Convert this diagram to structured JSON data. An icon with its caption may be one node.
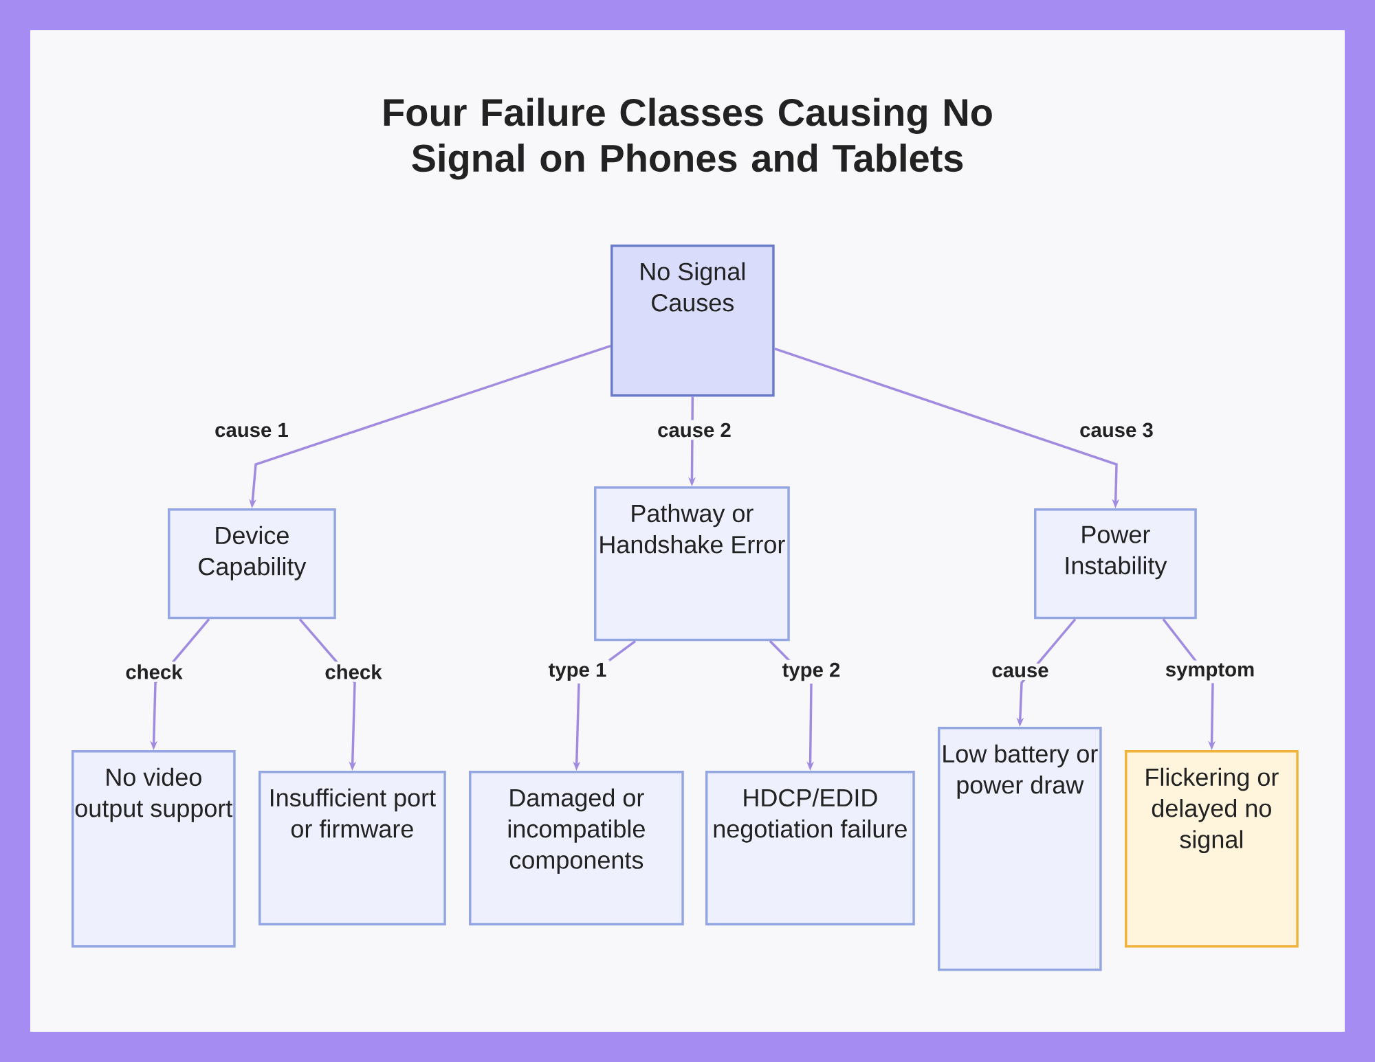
{
  "diagram": {
    "title": "Four Failure Classes Causing No Signal on Phones and Tablets",
    "nodes": [
      {
        "text": [
          "No Signal Causes"
        ]
      },
      {
        "text": [
          "Device Capability"
        ]
      },
      {
        "text": [
          "Pathway or Handshake Error"
        ]
      },
      {
        "text": [
          "Power Instability"
        ]
      },
      {
        "text": [
          "No video output support"
        ]
      },
      {
        "text": [
          "Insufficient port or firmware"
        ]
      },
      {
        "text": [
          "Damaged or incompatible components"
        ]
      },
      {
        "text": [
          "HDCP/EDID negotiation failure"
        ]
      },
      {
        "text": [
          "Low battery or power draw"
        ]
      },
      {
        "text": [
          "Flickering or delayed no signal"
        ]
      }
    ],
    "edges": [
      {
        "from": 0,
        "to": 1,
        "arrow": "to",
        "label": "cause 1"
      },
      {
        "from": 0,
        "to": 2,
        "arrow": "to",
        "label": "cause 2"
      },
      {
        "from": 0,
        "to": 3,
        "arrow": "to",
        "label": "cause 3"
      },
      {
        "from": 1,
        "to": 4,
        "arrow": "to",
        "label": "check"
      },
      {
        "from": 1,
        "to": 5,
        "arrow": "to",
        "label": "check"
      },
      {
        "from": 2,
        "to": 6,
        "arrow": "to",
        "label": "type 1"
      },
      {
        "from": 2,
        "to": 7,
        "arrow": "to",
        "label": "type 2"
      },
      {
        "from": 3,
        "to": 8,
        "arrow": "to",
        "label": "cause"
      },
      {
        "from": 3,
        "to": 9,
        "arrow": "to",
        "label": "symptom"
      }
    ]
  }
}
